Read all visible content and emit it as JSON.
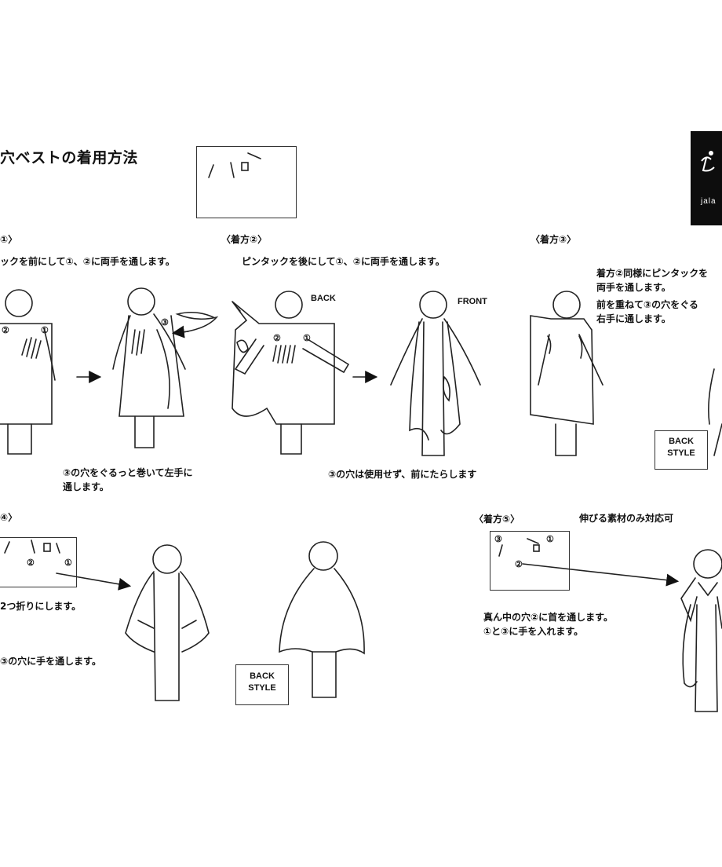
{
  "title": "穴ベストの着用方法",
  "logo": {
    "text": "jala"
  },
  "step1": {
    "heading": "①〉",
    "instruction": "ックを前にして①、②に両手を通します。",
    "note_line1": "③の穴をぐるっと巻いて左手に",
    "note_line2": "通します。"
  },
  "step2": {
    "heading": "〈着方②〉",
    "instruction": "ピンタックを後にして①、②に両手を通します。",
    "back_label": "BACK",
    "front_label": "FRONT",
    "note": "③の穴は使用せず、前にたらします"
  },
  "step3": {
    "heading": "〈着方③〉",
    "lines": [
      "着方②同様にピンタックを",
      "両手を通します。",
      "前を重ねて③の穴をぐる",
      "右手に通します。"
    ],
    "back_style": [
      "BACK",
      "STYLE"
    ]
  },
  "step4": {
    "heading": "④〉",
    "instruction1": "2つ折りにします。",
    "instruction2": "③の穴に手を通します。",
    "back_style": [
      "BACK",
      "STYLE"
    ]
  },
  "step5": {
    "heading": "〈着方⑤〉",
    "subheading": "伸びる素材のみ対応可",
    "line1": "真ん中の穴②に首を通します。",
    "line2": "①と③に手を入れます。"
  },
  "marks": {
    "one": "①",
    "two": "②",
    "three": "③"
  }
}
